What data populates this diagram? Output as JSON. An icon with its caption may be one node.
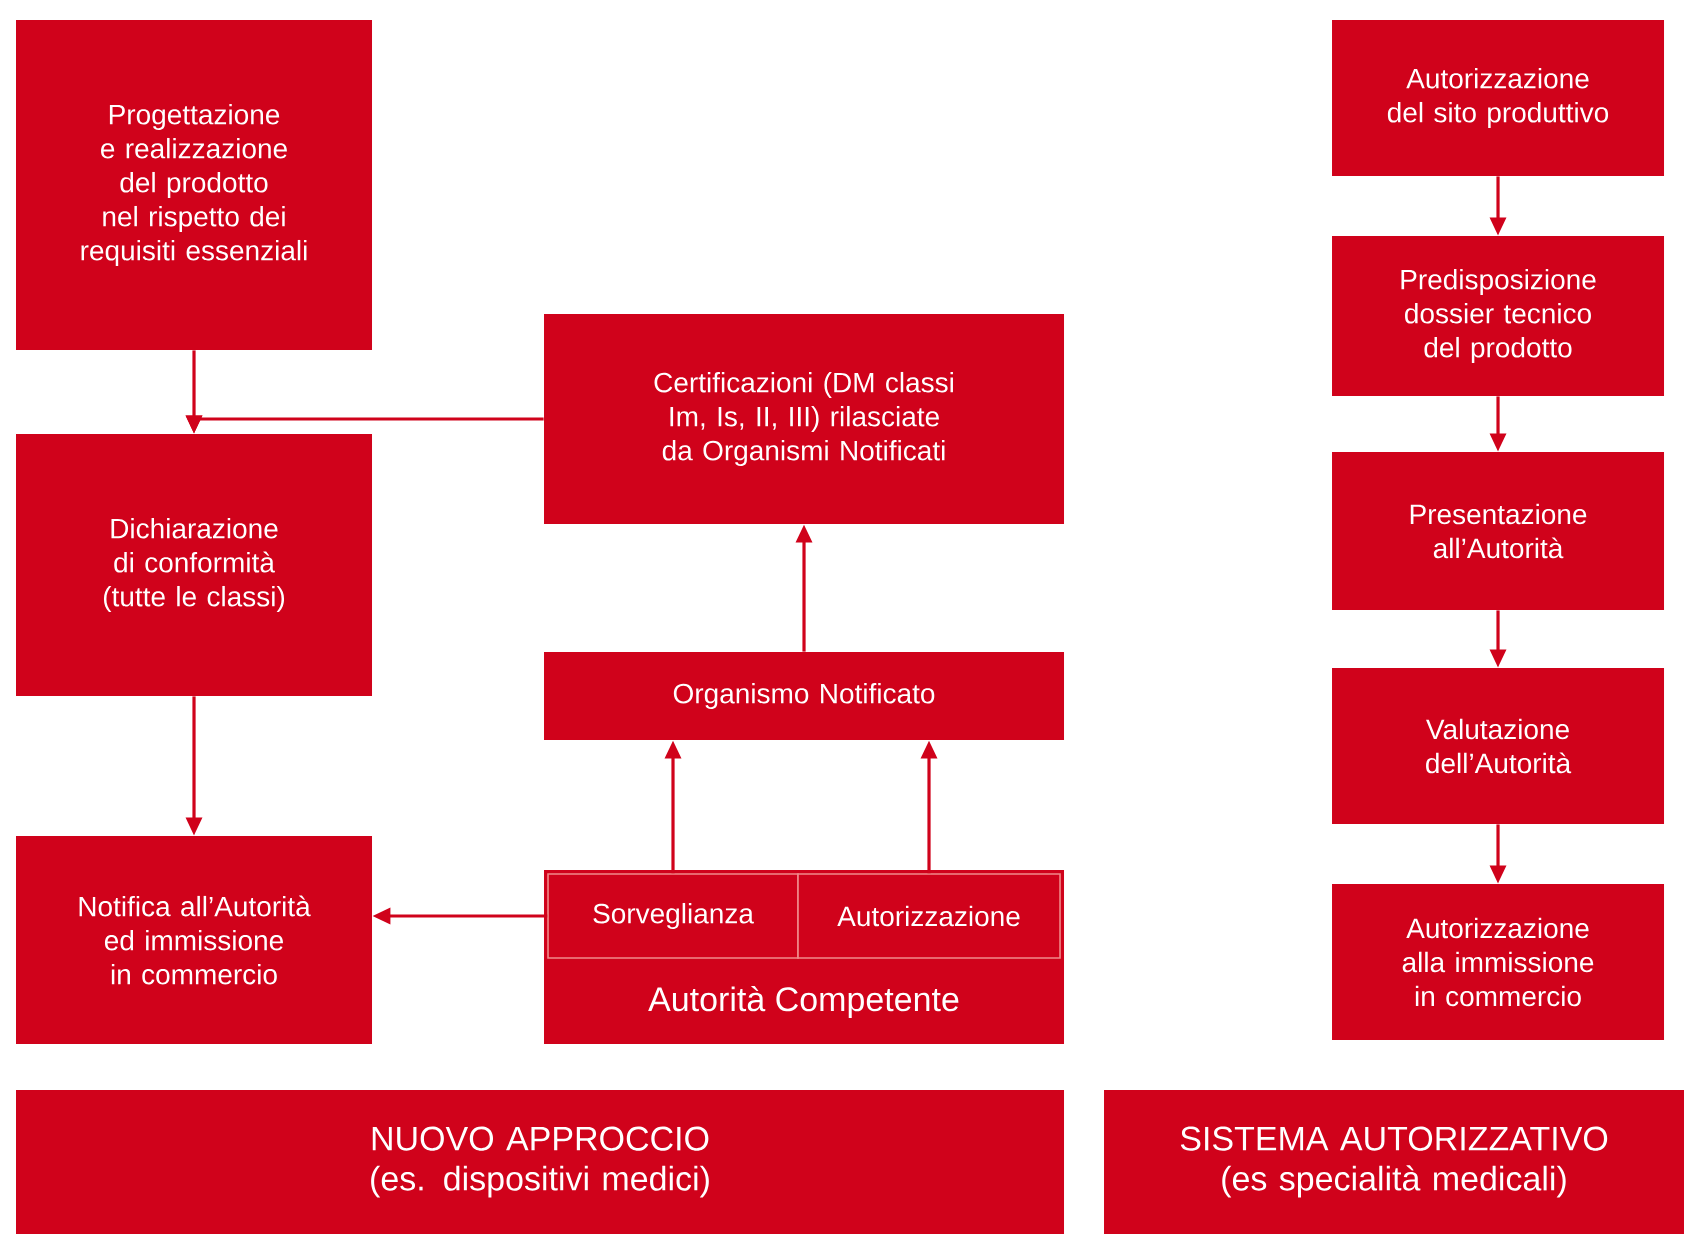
{
  "diagram": {
    "nodes": [
      {
        "text": [
          "Progettazione e realizzazione del prodotto nel rispetto dei requisiti essenziali"
        ]
      },
      {
        "text": [
          "Dichiarazione di conformità (tutte le classi)"
        ]
      },
      {
        "text": [
          "Notifica all’Autorità ed immissione in commercio"
        ]
      },
      {
        "text": [
          "Certificazioni (DM classi Im, Is, II, III) rilasciate da Organismi Notificati"
        ]
      },
      {
        "text": [
          "Organismo Notificato"
        ]
      },
      {
        "text": [
          "Autorità Competente"
        ]
      },
      {
        "text": [
          "Sorveglianza"
        ],
        "in": 5
      },
      {
        "text": [
          "Autorizzazione"
        ],
        "in": 5
      },
      {
        "text": [
          "NUOVO APPROCCIO",
          "(es. dispositivi medici)"
        ]
      },
      {
        "text": [
          "SISTEMA AUTORIZZATIVO",
          "(es specialità medicali)"
        ]
      },
      {
        "text": [
          "Autorizzazione del sito produttivo"
        ]
      },
      {
        "text": [
          "Predisposizione dossier tecnico del prodotto"
        ]
      },
      {
        "text": [
          "Presentazione all’Autorità"
        ]
      },
      {
        "text": [
          "Valutazione dell’Autorità"
        ]
      },
      {
        "text": [
          "Autorizzazione alla immissione in commercio"
        ]
      }
    ],
    "edges": [
      {
        "from": 0,
        "to": 1,
        "arrow": "to"
      },
      {
        "from": 3,
        "to": 1,
        "arrow": "to"
      },
      {
        "from": 1,
        "to": 2,
        "arrow": "to"
      },
      {
        "from": 4,
        "to": 3,
        "arrow": "to"
      },
      {
        "from": 6,
        "to": 4,
        "arrow": "to"
      },
      {
        "from": 7,
        "to": 4,
        "arrow": "to"
      },
      {
        "from": 6,
        "to": 2,
        "arrow": "to"
      },
      {
        "from": 10,
        "to": 11,
        "arrow": "to"
      },
      {
        "from": 11,
        "to": 12,
        "arrow": "to"
      },
      {
        "from": 12,
        "to": 13,
        "arrow": "to"
      },
      {
        "from": 13,
        "to": 14,
        "arrow": "to"
      }
    ]
  }
}
